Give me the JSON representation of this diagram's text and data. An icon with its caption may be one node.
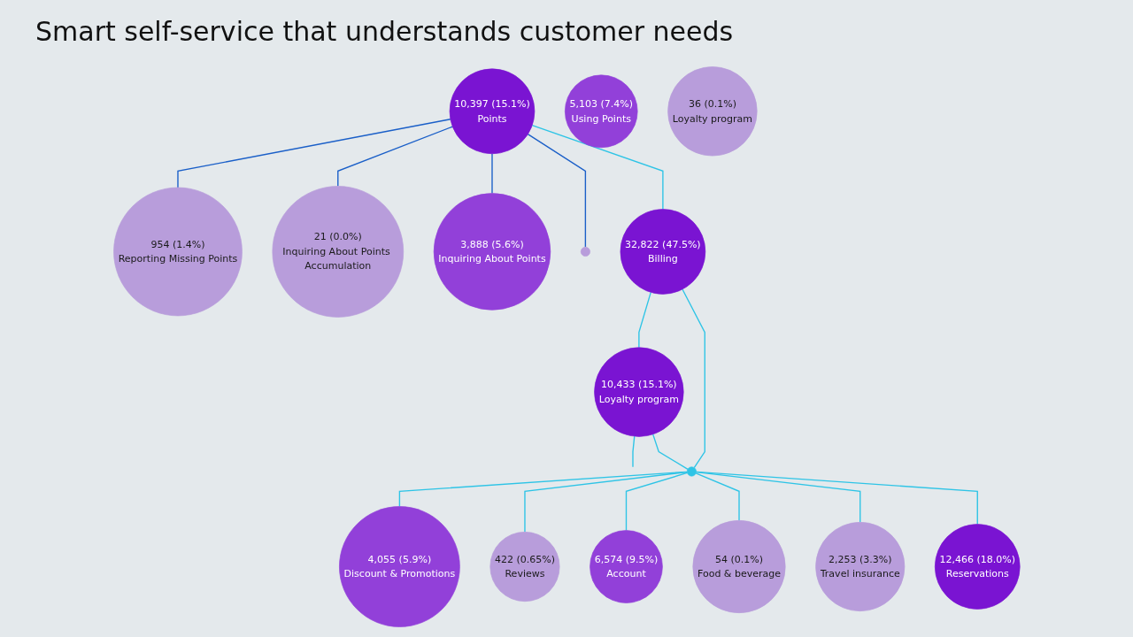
{
  "diagram": {
    "title": "Smart self-service that understands customer needs",
    "nodes": [
      {
        "text": [
          "954 (1.4%)",
          "Reporting Missing Points"
        ]
      },
      {
        "text": [
          "10,397 (15.1%)",
          "Points"
        ]
      },
      {
        "text": [
          "21 (0.0%)",
          "Inquiring About Points Accumulation"
        ]
      },
      {
        "text": [
          "3,888 (5.6%)",
          "Inquiring About Points"
        ]
      },
      {
        "text": [
          "5,103 (7.4%)",
          "Using Points"
        ]
      },
      {
        "text": [],
        "shape": "circle"
      },
      {
        "text": [
          "10,433 (15.1%)",
          "Loyalty program"
        ]
      },
      {
        "text": [
          "4,055 (5.9%)",
          "Discount & Promotions"
        ]
      },
      {
        "text": [
          "32,822 (47.5%)",
          "Billing"
        ]
      },
      {
        "text": [
          "36 (0.1%)",
          "Loyalty program"
        ]
      },
      {
        "text": [],
        "shape": "circle"
      },
      {
        "text": [
          "422 (0.65%)",
          "Reviews"
        ]
      },
      {
        "text": [
          "6,574 (9.5%)",
          "Account"
        ]
      },
      {
        "text": [
          "54 (0.1%)",
          "Food & beverage"
        ]
      },
      {
        "text": [
          "2,253 (3.3%)",
          "Travel insurance"
        ]
      },
      {
        "text": [
          "12,466 (18.0%)",
          "Reservations"
        ]
      }
    ],
    "edges": [
      {
        "from": 1,
        "to": 0,
        "arrow": "none",
        "color": "#1a5fc8"
      },
      {
        "from": 1,
        "to": 2,
        "arrow": "none",
        "color": "#1a5fc8"
      },
      {
        "from": 1,
        "to": 3,
        "arrow": "none",
        "color": "#1a5fc8"
      },
      {
        "from": 1,
        "to": 5,
        "arrow": "none",
        "color": "#1a5fc8"
      },
      {
        "from": 1,
        "to": 8,
        "arrow": "none"
      },
      {
        "from": 8,
        "to": 6,
        "arrow": "none"
      },
      {
        "from": 6,
        "to": null,
        "arrow": "none"
      },
      {
        "from": 6,
        "to": 10,
        "arrow": "none"
      },
      {
        "from": 8,
        "to": 10,
        "arrow": "none"
      },
      {
        "from": 10,
        "to": 7,
        "arrow": "none"
      },
      {
        "from": 10,
        "to": 11,
        "arrow": "none"
      },
      {
        "from": 10,
        "to": 12,
        "arrow": "none"
      },
      {
        "from": 10,
        "to": 13,
        "arrow": "none"
      },
      {
        "from": 10,
        "to": 14,
        "arrow": "none"
      },
      {
        "from": 10,
        "to": 15,
        "arrow": "none"
      }
    ]
  }
}
